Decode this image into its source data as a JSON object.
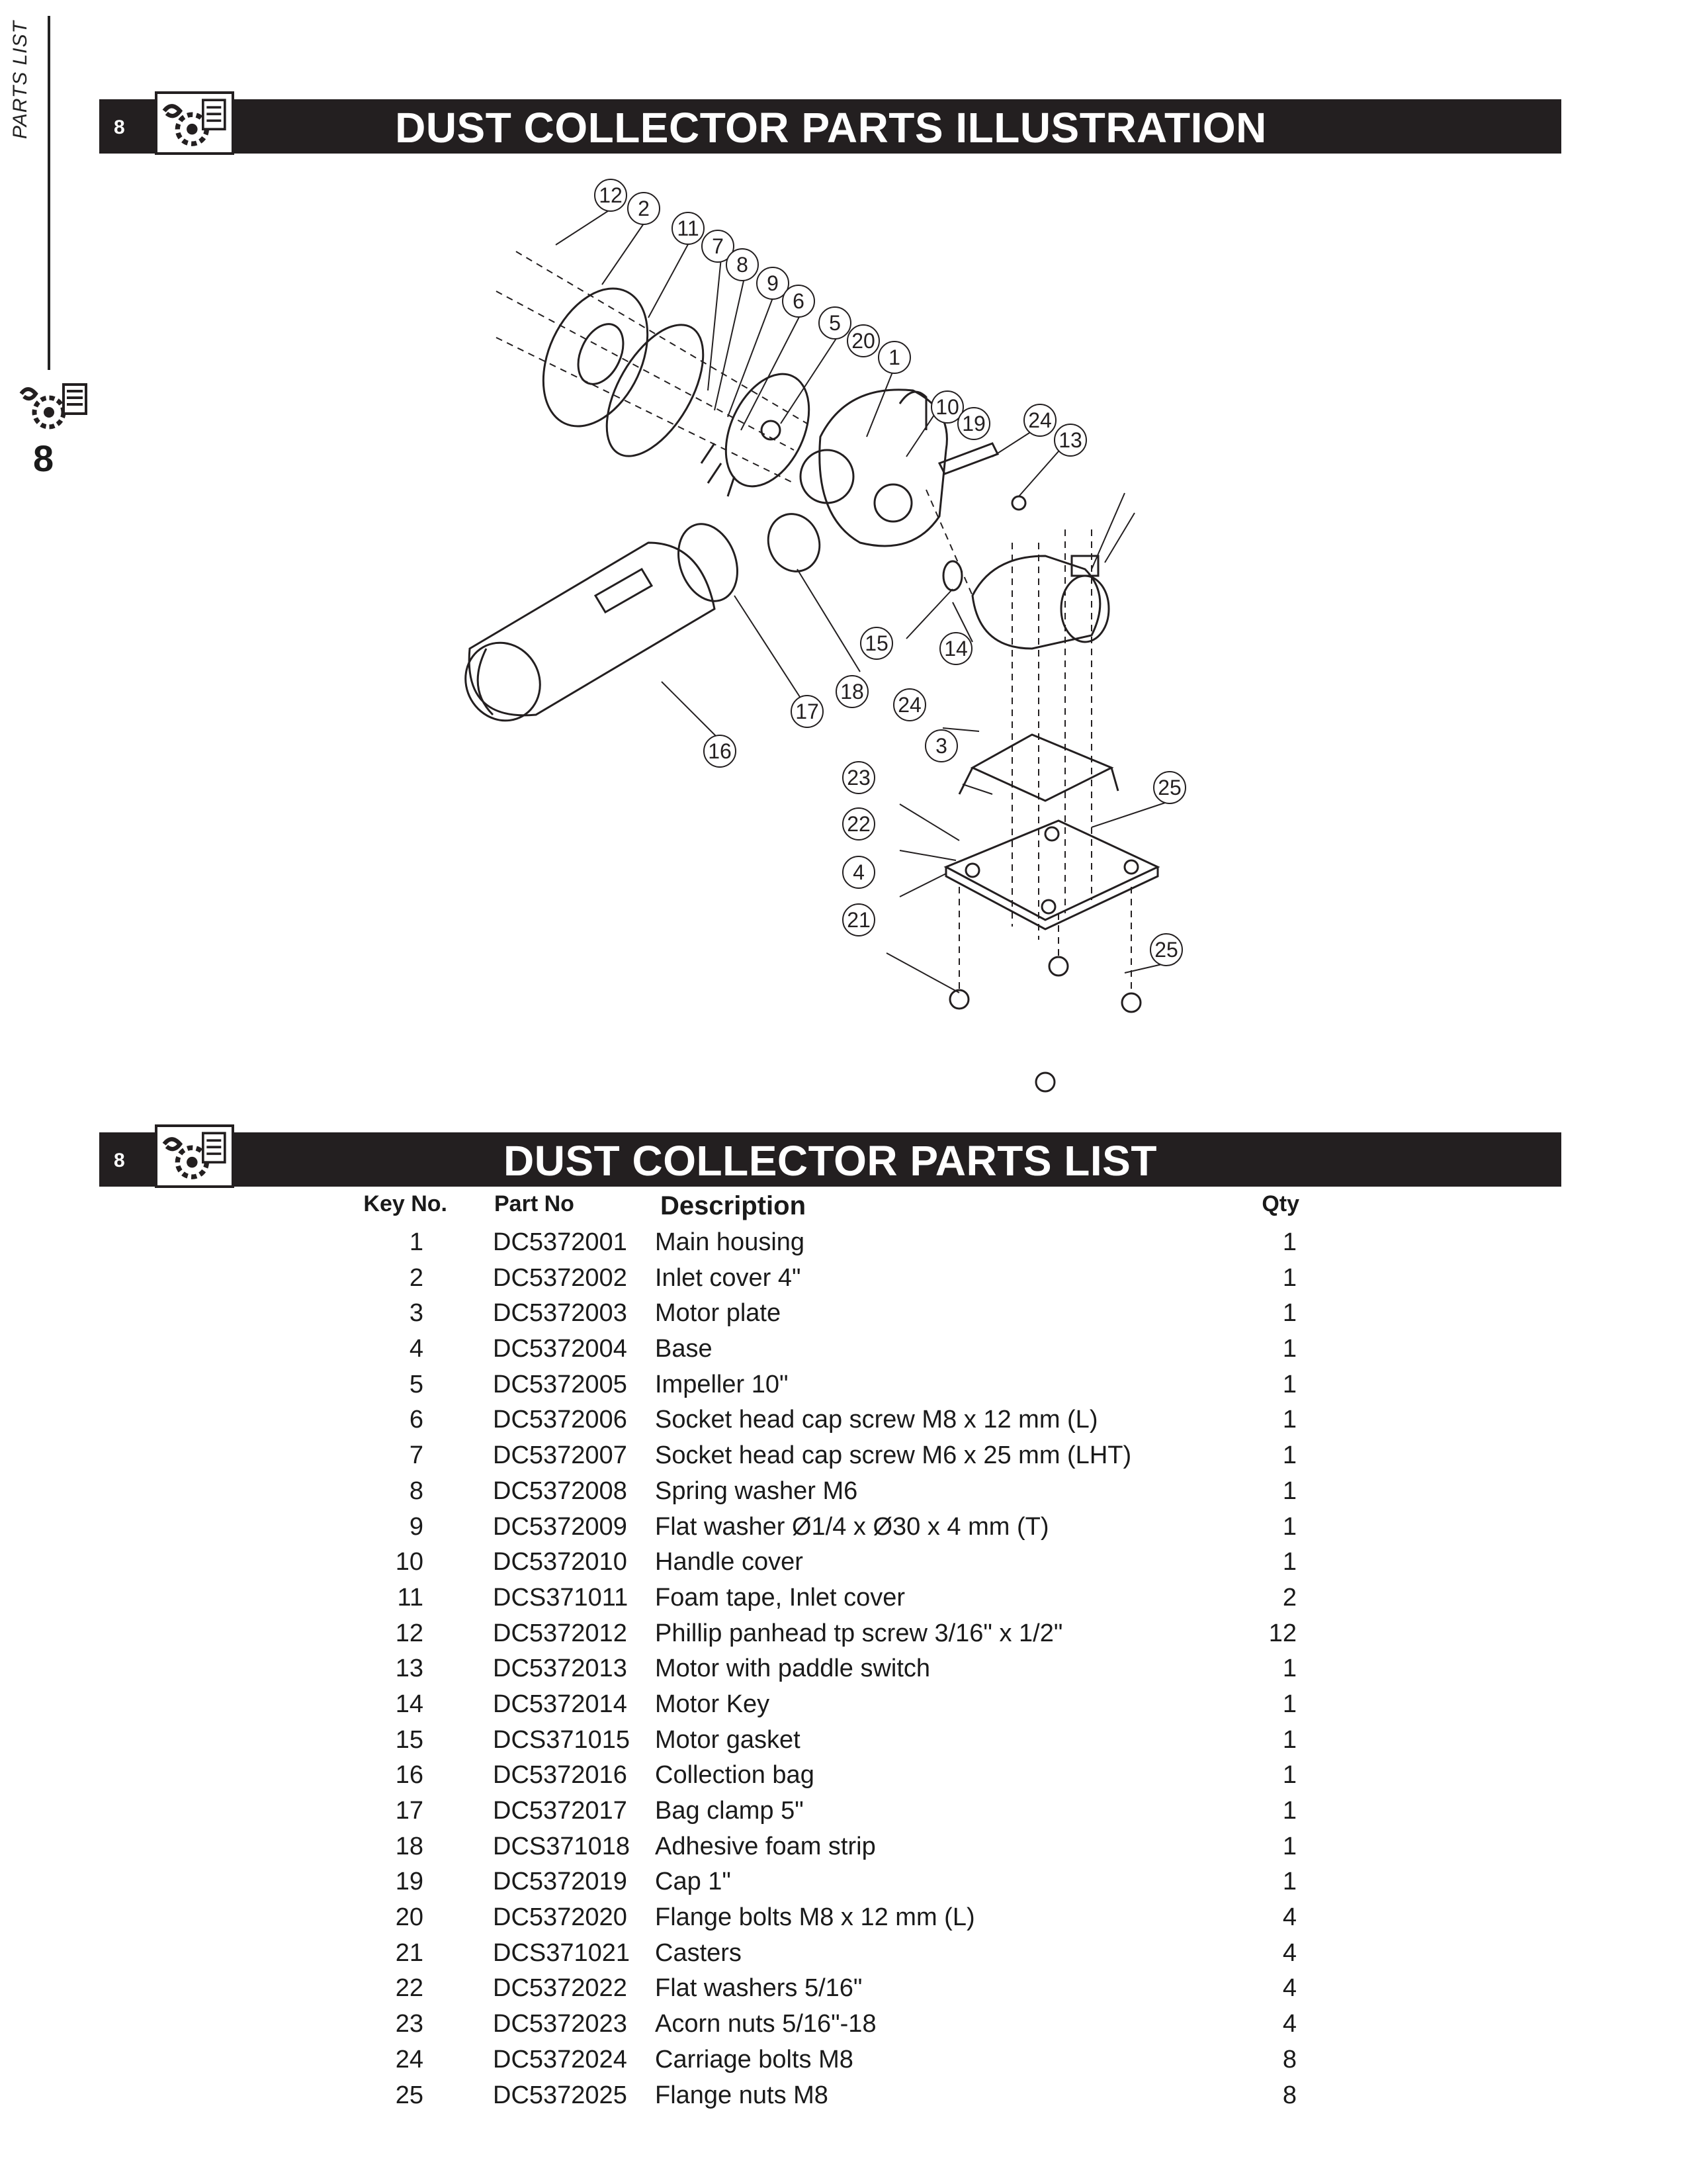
{
  "side": {
    "label": "PARTS LIST",
    "page_number": "8"
  },
  "illustration": {
    "section_number": "8",
    "title": "DUST COLLECTOR PARTS ILLUSTRATION",
    "callouts": [
      "12",
      "2",
      "11",
      "7",
      "8",
      "9",
      "6",
      "5",
      "20",
      "1",
      "10",
      "19",
      "24",
      "13",
      "15",
      "14",
      "18",
      "17",
      "16",
      "24",
      "3",
      "23",
      "25",
      "22",
      "4",
      "21",
      "25"
    ]
  },
  "parts_list": {
    "section_number": "8",
    "title": "DUST COLLECTOR PARTS LIST",
    "headers": {
      "key": "Key No.",
      "part": "Part No",
      "desc": "Description",
      "qty": "Qty"
    },
    "rows": [
      {
        "key": "1",
        "part": "DC5372001",
        "desc": "Main housing",
        "qty": "1"
      },
      {
        "key": "2",
        "part": "DC5372002",
        "desc": "Inlet cover 4\"",
        "qty": "1"
      },
      {
        "key": "3",
        "part": "DC5372003",
        "desc": "Motor plate",
        "qty": "1"
      },
      {
        "key": "4",
        "part": "DC5372004",
        "desc": "Base",
        "qty": "1"
      },
      {
        "key": "5",
        "part": "DC5372005",
        "desc": "Impeller 10\"",
        "qty": "1"
      },
      {
        "key": "6",
        "part": "DC5372006",
        "desc": "Socket head cap screw M8 x 12 mm (L)",
        "qty": "1"
      },
      {
        "key": "7",
        "part": "DC5372007",
        "desc": "Socket head cap screw M6 x 25 mm (LHT)",
        "qty": "1"
      },
      {
        "key": "8",
        "part": "DC5372008",
        "desc": "Spring washer M6",
        "qty": "1"
      },
      {
        "key": "9",
        "part": "DC5372009",
        "desc": "Flat washer Ø1/4 x Ø30 x 4 mm (T)",
        "qty": "1"
      },
      {
        "key": "10",
        "part": "DC5372010",
        "desc": "Handle cover",
        "qty": "1"
      },
      {
        "key": "11",
        "part": "DCS371011",
        "desc": "Foam tape, Inlet cover",
        "qty": "2"
      },
      {
        "key": "12",
        "part": "DC5372012",
        "desc": "Phillip panhead tp screw 3/16\" x 1/2\"",
        "qty": "12"
      },
      {
        "key": "13",
        "part": "DC5372013",
        "desc": "Motor with paddle switch",
        "qty": "1"
      },
      {
        "key": "14",
        "part": "DC5372014",
        "desc": "Motor Key",
        "qty": "1"
      },
      {
        "key": "15",
        "part": "DCS371015",
        "desc": "Motor gasket",
        "qty": "1"
      },
      {
        "key": "16",
        "part": "DC5372016",
        "desc": "Collection bag",
        "qty": "1"
      },
      {
        "key": "17",
        "part": "DC5372017",
        "desc": "Bag clamp 5\"",
        "qty": "1"
      },
      {
        "key": "18",
        "part": "DCS371018",
        "desc": "Adhesive foam strip",
        "qty": "1"
      },
      {
        "key": "19",
        "part": "DC5372019",
        "desc": "Cap 1\"",
        "qty": "1"
      },
      {
        "key": "20",
        "part": "DC5372020",
        "desc": "Flange bolts M8 x 12 mm (L)",
        "qty": "4"
      },
      {
        "key": "21",
        "part": "DCS371021",
        "desc": "Casters",
        "qty": "4"
      },
      {
        "key": "22",
        "part": "DC5372022",
        "desc": "Flat washers 5/16\"",
        "qty": "4"
      },
      {
        "key": "23",
        "part": "DC5372023",
        "desc": "Acorn nuts 5/16\"-18",
        "qty": "4"
      },
      {
        "key": "24",
        "part": "DC5372024",
        "desc": "Carriage bolts M8",
        "qty": "8"
      },
      {
        "key": "25",
        "part": "DC5372025",
        "desc": "Flange nuts M8",
        "qty": "8"
      }
    ]
  }
}
